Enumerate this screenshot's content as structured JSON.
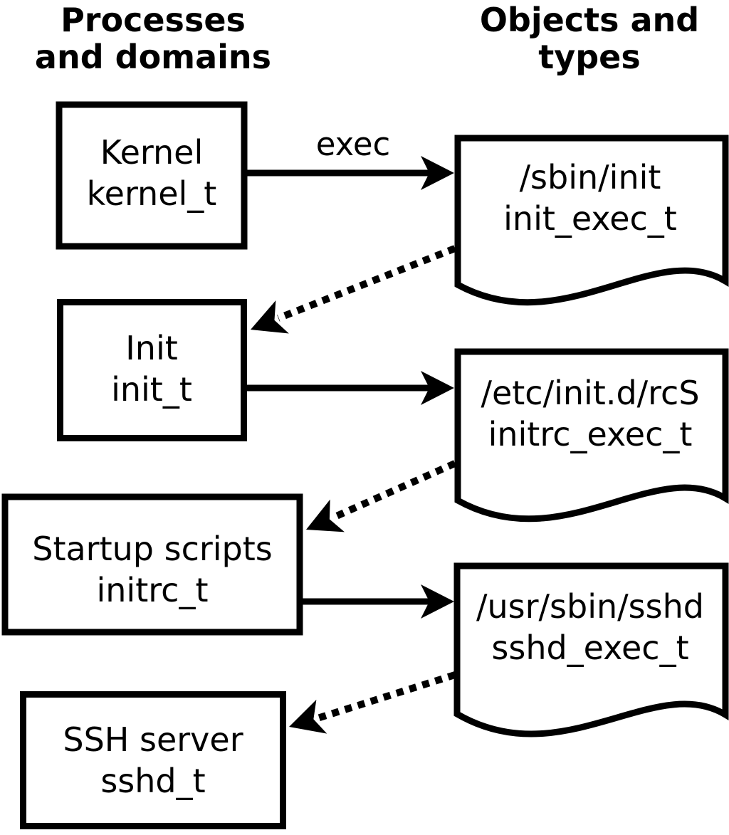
{
  "headers": {
    "left": {
      "line1": "Processes",
      "line2": "and domains"
    },
    "right": {
      "line1": "Objects and",
      "line2": "types"
    }
  },
  "processes": [
    {
      "label": "Kernel",
      "domain": "kernel_t"
    },
    {
      "label": "Init",
      "domain": "init_t"
    },
    {
      "label": "Startup scripts",
      "domain": "initrc_t"
    },
    {
      "label": "SSH server",
      "domain": "sshd_t"
    }
  ],
  "objects": [
    {
      "path": "/sbin/init",
      "type": "init_exec_t"
    },
    {
      "path": "/etc/init.d/rcS",
      "type": "initrc_exec_t"
    },
    {
      "path": "/usr/sbin/sshd",
      "type": "sshd_exec_t"
    }
  ],
  "arrows": {
    "exec_label": "exec"
  },
  "colors": {
    "foreground": "#000000",
    "background": "#ffffff"
  }
}
